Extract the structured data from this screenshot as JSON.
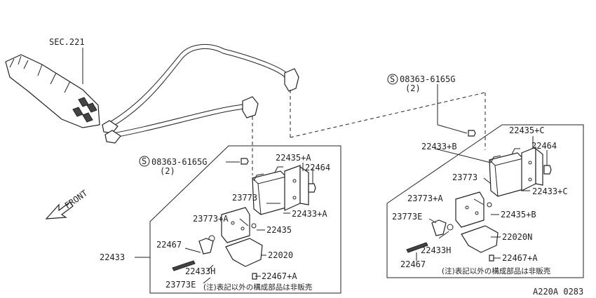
{
  "labels": {
    "sec": "SEC.221",
    "s_bolt_left": "08363-6165G",
    "s_bolt_left_qty": "(2)",
    "s_bolt_right": "08363-6165G",
    "s_bolt_right_qty": "(2)",
    "front": "FRONT",
    "ref": "A220A 0283"
  },
  "left_box": {
    "p22435A": "22435+A",
    "p22464": "22464",
    "p23773": "23773",
    "p22433A": "22433+A",
    "p23773A": "23773+A",
    "p22435": "22435",
    "p22467": "22467",
    "p22020": "22020",
    "p22433": "22433",
    "p22433H": "22433H",
    "p22467A": "22467+A",
    "p23773E": "23773E",
    "note": "(注)表記以外の構成部品は非販売"
  },
  "right_box": {
    "p22435C": "22435+C",
    "p22433B": "22433+B",
    "p22464": "22464",
    "p23773": "23773",
    "p22433C": "22433+C",
    "p23773A": "23773+A",
    "p22435B": "22435+B",
    "p23773E": "23773E",
    "p22020N": "22020N",
    "p22433H": "22433H",
    "p22467A": "22467+A",
    "p22467": "22467",
    "note": "(注)表記以外の構成部品は非販売"
  }
}
